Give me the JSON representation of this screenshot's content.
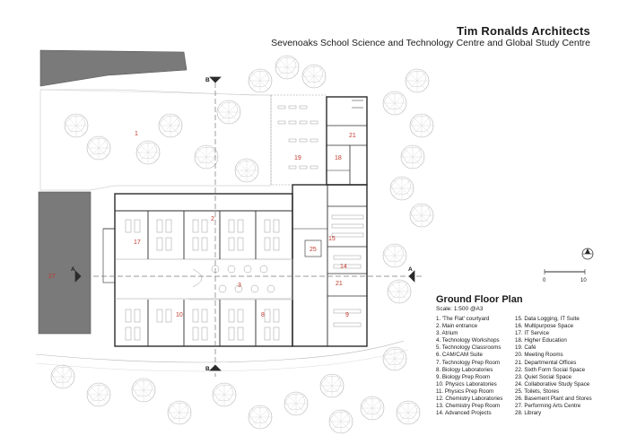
{
  "header": {
    "title": "Tim Ronalds Architects",
    "subtitle": "Sevenoaks School Science and Technology Centre and Global Study Centre"
  },
  "legend": {
    "title": "Ground Floor Plan",
    "scale": "Scale: 1:500 @A3",
    "items": [
      "1. 'The Flat' courtyard",
      "2. Main entrance",
      "3. Atrium",
      "4. Technology Workshops",
      "5. Technology Classrooms",
      "6. CAM/CAM Suite",
      "7. Technology Prep Room",
      "8. Biology Laboratories",
      "9. Biology Prep Room",
      "10. Physics Laboratories",
      "11. Physics Prep Room",
      "12. Chemistry Laboratories",
      "13. Chemistry Prep Room",
      "14. Advanced Projects",
      "15. Data Logging, IT Suite",
      "16. Multipurpose Space",
      "17. IT Service",
      "18. Higher Education",
      "19. Café",
      "20. Meeting Rooms",
      "21. Departmental Offices",
      "22. Sixth Form Social Space",
      "23. Quiet Social Space",
      "24. Collaborative Study Space",
      "25. Toilets, Stores",
      "26. Basement Plant and Stores",
      "27. Performing Arts Centre",
      "28. Library"
    ]
  },
  "plan": {
    "room_labels": [
      {
        "id": "r1",
        "text": "1"
      },
      {
        "id": "r2",
        "text": "2"
      },
      {
        "id": "r3",
        "text": "3"
      },
      {
        "id": "r8",
        "text": "8"
      },
      {
        "id": "r9",
        "text": "9"
      },
      {
        "id": "r10",
        "text": "10"
      },
      {
        "id": "r14",
        "text": "14"
      },
      {
        "id": "r15",
        "text": "15"
      },
      {
        "id": "r17",
        "text": "17"
      },
      {
        "id": "r18",
        "text": "18"
      },
      {
        "id": "r19",
        "text": "19"
      },
      {
        "id": "r21a",
        "text": "21"
      },
      {
        "id": "r21b",
        "text": "21"
      },
      {
        "id": "r25",
        "text": "25"
      },
      {
        "id": "r27",
        "text": "27"
      }
    ],
    "section_markers": {
      "a": "A",
      "b": "B"
    },
    "scale_bar": {
      "start": "0",
      "end": "10"
    }
  },
  "colors": {
    "room_number": "#c0392b",
    "building_fill": "#7a7a7a",
    "line": "#2b2b2b",
    "light_line": "#9a9a9a"
  }
}
